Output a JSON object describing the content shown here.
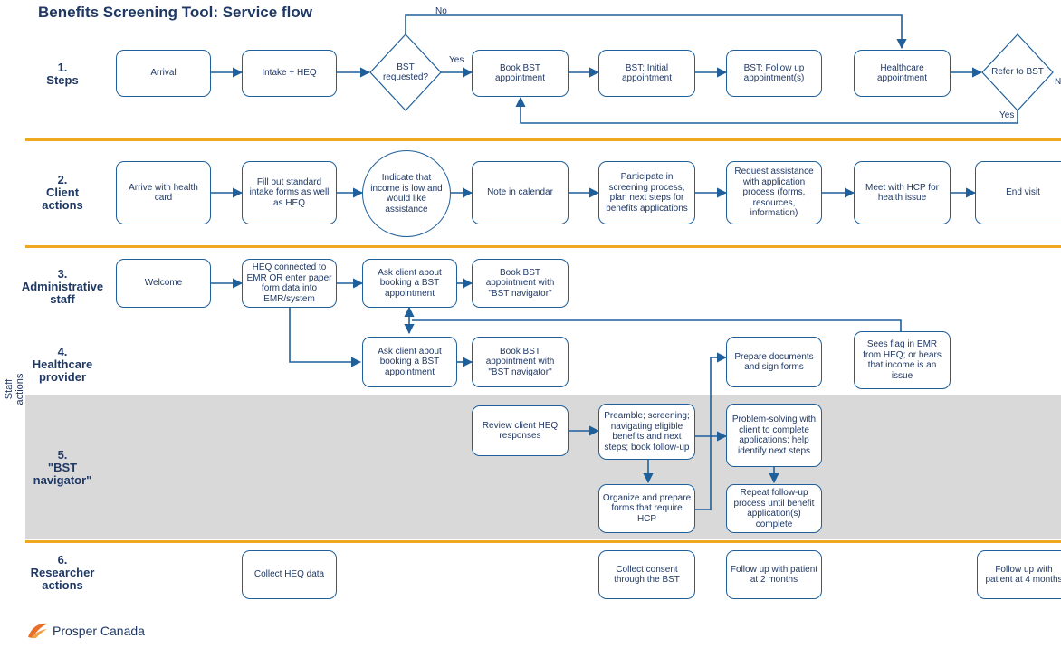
{
  "title": "Benefits Screening Tool: Service flow",
  "staff_label": "Staff actions",
  "logo_text": "Prosper Canada",
  "lanes": {
    "l1": "1.\nSteps",
    "l2": "2.\nClient\nactions",
    "l3": "3.\nAdministrative\nstaff",
    "l4": "4.\nHealthcare\nprovider",
    "l5": "5.\n\"BST\nnavigator\"",
    "l6": "6.\nResearcher\nactions"
  },
  "steps": {
    "arrival": "Arrival",
    "intake": "Intake + HEQ",
    "bst_requested": "BST requested?",
    "book": "Book BST appointment",
    "initial": "BST: Initial appointment",
    "followup": "BST: Follow up appointment(s)",
    "healthcare": "Healthcare appointment",
    "refer": "Refer to BST"
  },
  "edge_labels": {
    "no_top": "No",
    "yes_mid": "Yes",
    "yes_bottom": "Yes",
    "no_right": "No"
  },
  "client": {
    "arrive": "Arrive with health card",
    "fill": "Fill out standard intake forms as well as HEQ",
    "indicate": "Indicate that income is low and would like assistance",
    "note": "Note in calendar",
    "participate": "Participate in screening process, plan next steps for benefits applications",
    "request": "Request assistance with application process (forms, resources, information)",
    "meet": "Meet with HCP for health issue",
    "end": "End visit"
  },
  "admin": {
    "welcome": "Welcome",
    "heq": "HEQ connected to EMR OR enter paper form data into EMR/system",
    "ask": "Ask client about booking a BST appointment",
    "book": "Book BST appointment with \"BST navigator\""
  },
  "hcp": {
    "ask": "Ask client about booking a BST appointment",
    "book": "Book BST appointment with \"BST navigator\"",
    "prepare": "Prepare documents and sign forms",
    "flag": "Sees flag in EMR from HEQ; or hears that income is an issue"
  },
  "navigator": {
    "review": "Review client HEQ responses",
    "preamble": "Preamble; screening; navigating eligible benefits and next steps; book follow-up",
    "organize": "Organize and prepare forms that require HCP",
    "problem": "Problem-solving with client to complete applications; help identify next steps",
    "repeat": "Repeat follow-up process until benefit application(s) complete"
  },
  "research": {
    "collect": "Collect HEQ data",
    "consent": "Collect consent through the BST",
    "fu2": "Follow up with patient at 2 months",
    "fu4": "Follow up with patient at 4 months"
  },
  "colors": {
    "stroke": "#1f5f9a",
    "band": "#f0a820",
    "text": "#1f3864",
    "shade": "#d9d9d9"
  }
}
